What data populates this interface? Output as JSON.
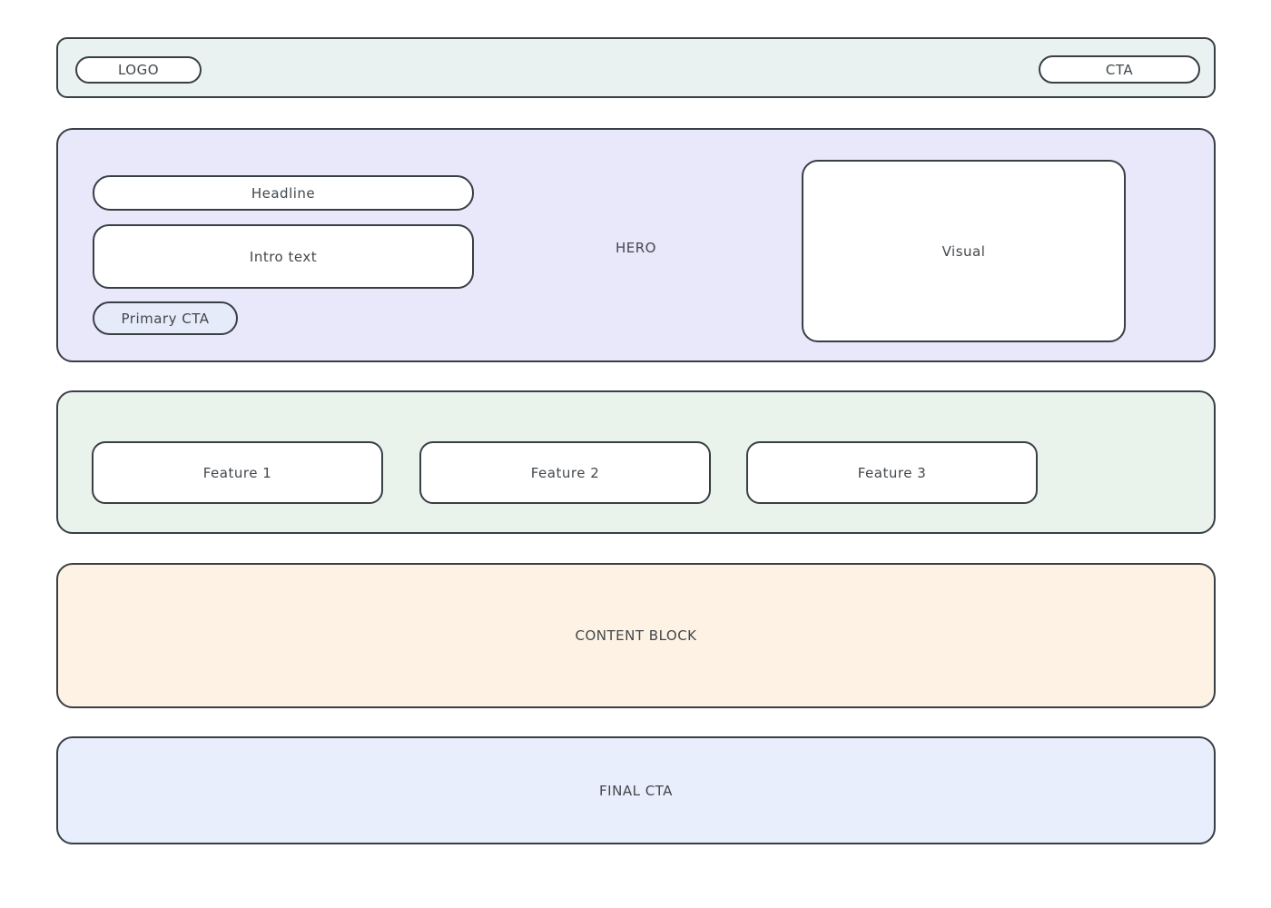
{
  "header": {
    "logo_label": "LOGO",
    "cta_label": "CTA",
    "bg": "#eaf2f1"
  },
  "hero": {
    "label": "HERO",
    "headline_label": "Headline",
    "intro_label": "Intro text",
    "primary_cta_label": "Primary CTA",
    "visual_label": "Visual",
    "bg": "#e9e7fa",
    "primary_cta_bg": "#e6ebfa"
  },
  "features": {
    "bg": "#e9f3ec",
    "items": [
      {
        "label": "Feature 1"
      },
      {
        "label": "Feature 2"
      },
      {
        "label": "Feature 3"
      }
    ]
  },
  "content_block": {
    "label": "CONTENT BLOCK",
    "bg": "#fdf2e3"
  },
  "final_cta": {
    "label": "FINAL CTA",
    "bg": "#e8eefb"
  },
  "colors": {
    "border": "#383f45",
    "text": "#42474c",
    "card_bg": "#ffffff",
    "page_bg": "#ffffff"
  }
}
